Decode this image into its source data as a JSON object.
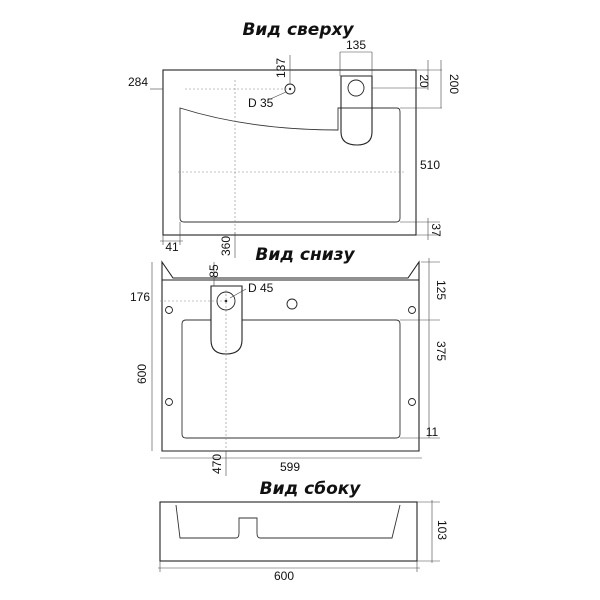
{
  "views": {
    "top": {
      "title": "Вид сверху"
    },
    "bottom": {
      "title": "Вид снизу"
    },
    "side": {
      "title": "Вид сбоку"
    }
  },
  "dimensions": {
    "top": {
      "d135": "135",
      "d137": "137",
      "d284": "284",
      "d20": "20",
      "d200": "200",
      "hole": "D 35",
      "d510": "510",
      "d37": "37",
      "d41": "41",
      "d360": "360"
    },
    "bottom": {
      "d85": "85",
      "d176": "176",
      "hole": "D 45",
      "d125": "125",
      "d375": "375",
      "d600": "600",
      "d11": "11",
      "d470": "470",
      "d599": "599"
    },
    "side": {
      "d103": "103",
      "d600": "600"
    }
  }
}
